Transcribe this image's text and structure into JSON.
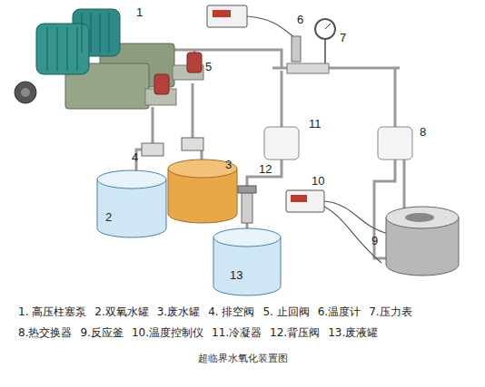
{
  "diagram": {
    "caption": "超临界水氧化装置图",
    "labels": [
      "1",
      "2",
      "3",
      "4",
      "5",
      "6",
      "7",
      "8",
      "9",
      "10",
      "11",
      "12",
      "13",
      "1. 高压柱塞泵",
      "2.双氧水罐",
      "3.废水罐",
      "4. 排空阀",
      "5. 止回阀",
      "6.温度计",
      "7.压力表",
      "8.热交换器",
      "9.反应釜",
      "10.温度控制仪",
      "11.冷凝器",
      "12.背压阀",
      "13.废液罐"
    ]
  }
}
